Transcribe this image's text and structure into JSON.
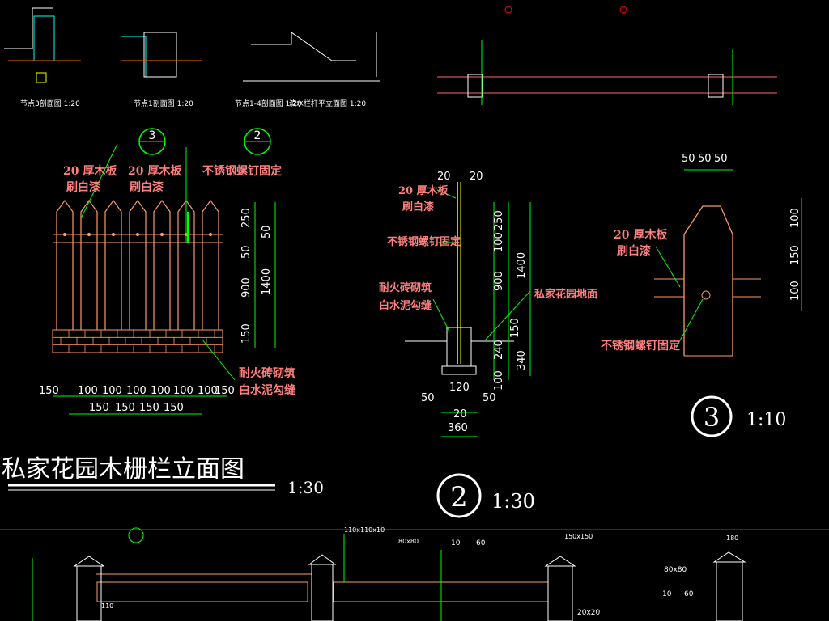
{
  "top_section": {
    "labels": [
      "节点3剖面图 1:20",
      "节点1剖面图 1:20",
      "节点1-4剖面图 1:20",
      "滨水栏杆平立面图 1:20"
    ]
  },
  "elevation": {
    "title": "私家花园木栅栏立面图",
    "scale": "1:30",
    "callout_3": "3",
    "callout_2": "2",
    "note_board_1": [
      "20 厚木板",
      "刷白漆"
    ],
    "note_board_2": [
      "20 厚木板",
      "刷白漆"
    ],
    "note_screw": "不锈钢螺钉固定",
    "note_base": [
      "耐火砖砌筑",
      "白水泥勾缝"
    ],
    "dims_vertical": [
      "250",
      "50",
      "50",
      "900",
      "1400",
      "150"
    ],
    "dims_bottom_row1": [
      "150",
      "100",
      "100",
      "100",
      "100",
      "100",
      "100",
      "150"
    ],
    "dims_bottom_row2": [
      "150",
      "150",
      "150",
      "150"
    ]
  },
  "section_2": {
    "number": "2",
    "scale": "1:30",
    "dims_top": [
      "20",
      "20"
    ],
    "note_board": [
      "20 厚木板",
      "刷白漆"
    ],
    "note_screw": "不锈钢螺钉固定",
    "note_base": [
      "耐火砖砌筑",
      "白水泥勾缝"
    ],
    "note_ground": "私家花园地面",
    "dims_vertical": [
      "250",
      "100",
      "1400",
      "900",
      "150",
      "240",
      "340",
      "100"
    ],
    "dims_bottom": [
      "50",
      "120",
      "50",
      "20",
      "360"
    ]
  },
  "detail_3": {
    "number": "3",
    "scale": "1:10",
    "dims_top": [
      "50",
      "50",
      "50"
    ],
    "note_board": [
      "20 厚木板",
      "刷白漆"
    ],
    "note_screw": "不锈钢螺钉固定",
    "dims_right": [
      "100",
      "150",
      "100"
    ]
  },
  "bottom_section": {
    "dims": [
      "110x110x10",
      "80x80",
      "10",
      "60",
      "150x150",
      "180",
      "80x80",
      "10",
      "60",
      "20x20",
      "110"
    ]
  }
}
